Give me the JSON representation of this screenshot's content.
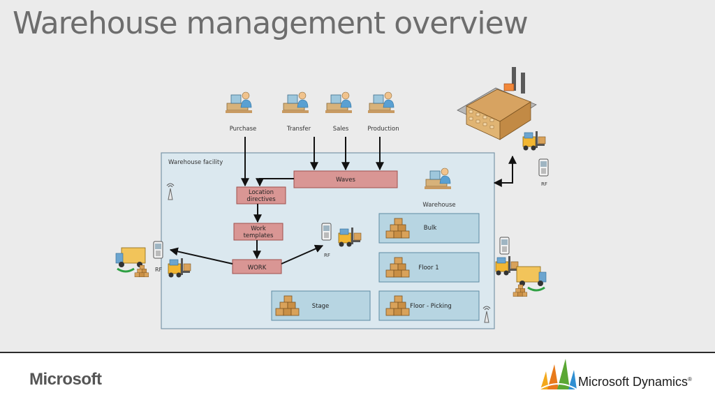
{
  "slide": {
    "title": "Warehouse management overview"
  },
  "sources": {
    "purchase": "Purchase",
    "transfer": "Transfer",
    "sales": "Sales",
    "production": "Production"
  },
  "facility": {
    "label": "Warehouse facility",
    "waves": "Waves",
    "location_directives": [
      "Location",
      "directives"
    ],
    "work_templates": [
      "Work",
      "templates"
    ],
    "work": "WORK",
    "warehouse": "Warehouse",
    "zones": {
      "bulk": "Bulk",
      "floor1": "Floor 1",
      "stage": "Stage",
      "floor_picking": "Floor - Picking"
    }
  },
  "rf": {
    "left": "RF",
    "center": "RF",
    "right": "RF"
  },
  "footer": {
    "microsoft": "Microsoft",
    "dynamics": "Microsoft Dynamics",
    "dynamics_mark": "®"
  },
  "colors": {
    "process_fill": "#d99694",
    "process_stroke": "#a0504d",
    "zone_fill": "#b7d5e2",
    "zone_stroke": "#5d8aa3",
    "facility_fill": "#dbe8ef",
    "facility_stroke": "#7a95a8"
  }
}
